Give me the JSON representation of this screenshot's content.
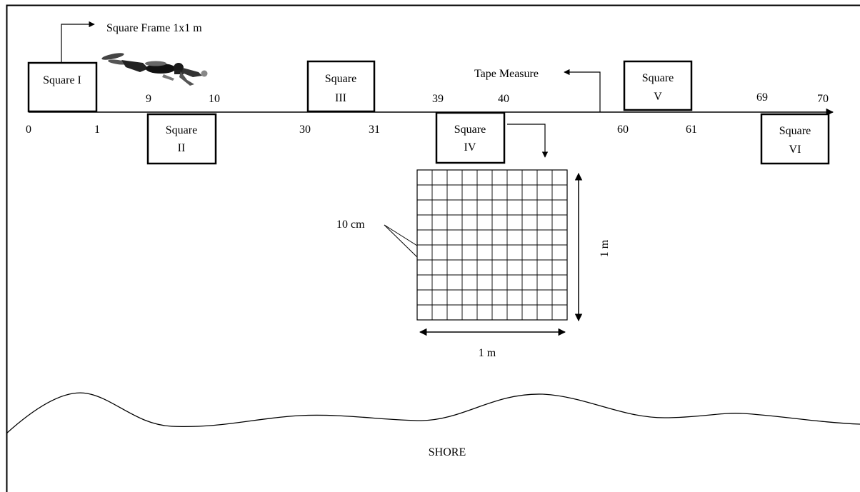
{
  "frame_label": "Square Frame 1x1 m",
  "tape_label": "Tape Measure",
  "squares": [
    {
      "id": "I",
      "word": "Square",
      "numeral": "I"
    },
    {
      "id": "II",
      "word": "Square",
      "numeral": "II"
    },
    {
      "id": "III",
      "word": "Square",
      "numeral": "III"
    },
    {
      "id": "IV",
      "word": "Square",
      "numeral": "IV"
    },
    {
      "id": "V",
      "word": "Square",
      "numeral": "V"
    },
    {
      "id": "VI",
      "word": "Square",
      "numeral": "VI"
    }
  ],
  "ticks_below": [
    "0",
    "1",
    "30",
    "31",
    "60",
    "61"
  ],
  "ticks_above": [
    "9",
    "10",
    "39",
    "40",
    "69",
    "70"
  ],
  "grid": {
    "cells": 10,
    "cell_label": "10 cm",
    "width_label": "1 m",
    "height_label": "1 m"
  },
  "shore_label": "SHORE",
  "icons": {
    "diver": "diver-icon"
  }
}
